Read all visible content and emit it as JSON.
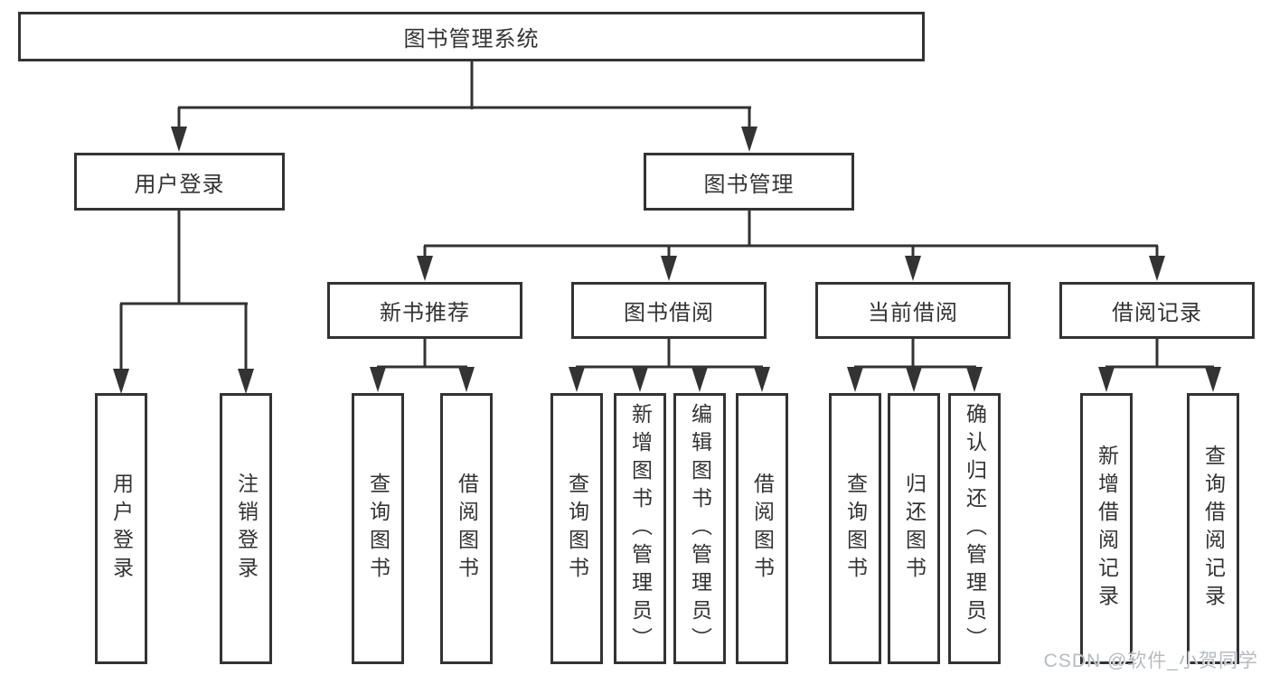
{
  "diagram": {
    "title": "图书管理系统",
    "branches": [
      {
        "label": "用户登录",
        "children": [
          {
            "label": "用户登录"
          },
          {
            "label": "注销登录"
          }
        ]
      },
      {
        "label": "图书管理",
        "children": [
          {
            "label": "新书推荐",
            "children": [
              {
                "label": "查询图书"
              },
              {
                "label": "借阅图书"
              }
            ]
          },
          {
            "label": "图书借阅",
            "children": [
              {
                "label": "查询图书"
              },
              {
                "label": "新增图书（管理员）"
              },
              {
                "label": "编辑图书（管理员）"
              },
              {
                "label": "借阅图书"
              }
            ]
          },
          {
            "label": "当前借阅",
            "children": [
              {
                "label": "查询图书"
              },
              {
                "label": "归还图书"
              },
              {
                "label": "确认归还（管理员）"
              }
            ]
          },
          {
            "label": "借阅记录",
            "children": [
              {
                "label": "新增借阅记录"
              },
              {
                "label": "查询借阅记录"
              }
            ]
          }
        ]
      }
    ]
  },
  "watermark": {
    "text": "CSDN @软件_小贺同学"
  },
  "colors": {
    "line": "#333333",
    "text": "#333333",
    "background": "#ffffff",
    "watermark": "#b6bbc1"
  }
}
